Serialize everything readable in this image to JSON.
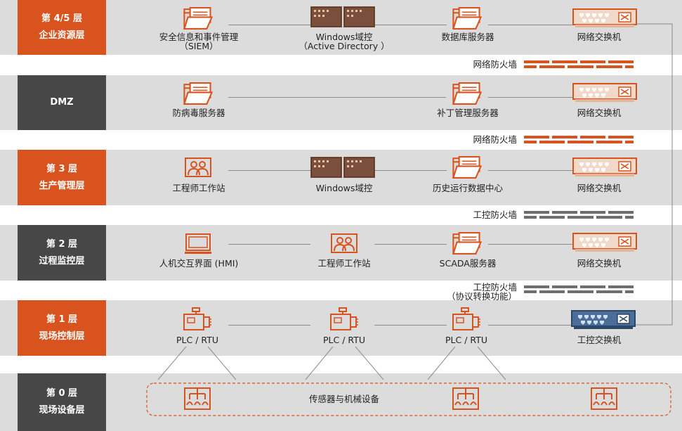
{
  "levels": [
    {
      "line1": "第 4/5 层",
      "line2": "企业资源层",
      "style": "orange"
    },
    {
      "line1": "DMZ",
      "line2": "",
      "style": "dark"
    },
    {
      "line1": "第 3 层",
      "line2": "生产管理层",
      "style": "orange"
    },
    {
      "line1": "第 2 层",
      "line2": "过程监控层",
      "style": "dark"
    },
    {
      "line1": "第 1 层",
      "line2": "现场控制层",
      "style": "orange"
    },
    {
      "line1": "第 0 层",
      "line2": "现场设备层",
      "style": "dark"
    }
  ],
  "l45": {
    "siem": {
      "line1": "安全信息和事件管理",
      "line2": "（SIEM）",
      "icon": "folder-server-icon"
    },
    "ad": {
      "line1": "Windows域控",
      "line2": "（Active Directory ）",
      "icon": "rack-server-icon"
    },
    "db": {
      "label": "数据库服务器",
      "icon": "folder-server-icon"
    },
    "switch": {
      "label": "网络交换机",
      "icon": "network-switch-icon"
    }
  },
  "fw1": {
    "label": "网络防火墙",
    "color": "#d9531e"
  },
  "dmz": {
    "av": {
      "label": "防病毒服务器",
      "icon": "folder-server-icon"
    },
    "patch": {
      "label": "补丁管理服务器",
      "icon": "folder-server-icon"
    },
    "switch": {
      "label": "网络交换机",
      "icon": "network-switch-icon"
    }
  },
  "fw2": {
    "label": "网络防火墙",
    "color": "#d9531e"
  },
  "l3": {
    "eng": {
      "label": "工程师工作站",
      "icon": "engineer-workstation-icon"
    },
    "dc": {
      "label": "Windows域控",
      "icon": "rack-server-icon"
    },
    "hist": {
      "label": "历史运行数据中心",
      "icon": "folder-server-icon"
    },
    "switch": {
      "label": "网络交换机",
      "icon": "network-switch-icon"
    }
  },
  "fw3": {
    "label": "工控防火墙",
    "color": "#6e6e6e"
  },
  "l2": {
    "hmi": {
      "label": "人机交互界面 (HMI)",
      "icon": "hmi-monitor-icon"
    },
    "eng": {
      "label": "工程师工作站",
      "icon": "engineer-workstation-icon"
    },
    "scada": {
      "label": "SCADA服务器",
      "icon": "folder-server-icon"
    },
    "switch": {
      "label": "网络交换机",
      "icon": "network-switch-icon"
    }
  },
  "fw4": {
    "line1": "工控防火墙",
    "line2": "（协议转换功能）",
    "color": "#6e6e6e"
  },
  "l1": {
    "plc1": {
      "label": "PLC / RTU",
      "icon": "plc-icon"
    },
    "plc2": {
      "label": "PLC / RTU",
      "icon": "plc-icon"
    },
    "plc3": {
      "label": "PLC / RTU",
      "icon": "plc-icon"
    },
    "switch": {
      "label": "工控交换机",
      "icon": "industrial-switch-icon"
    }
  },
  "l0": {
    "label": "传感器与机械设备",
    "icon": "sensor-equipment-icon"
  },
  "colors": {
    "accent": "#d9531e",
    "dark": "#474747",
    "band": "#dcdcdc",
    "ics_switch": "#4a6e99"
  }
}
